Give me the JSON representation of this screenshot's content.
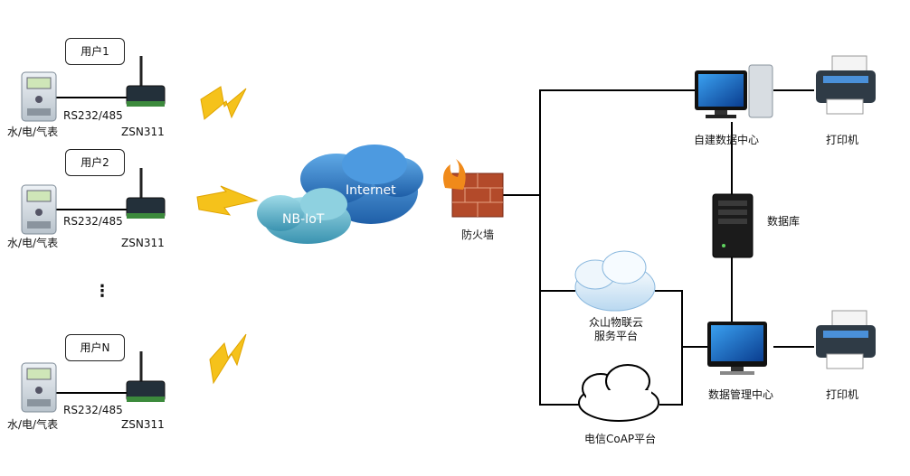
{
  "users": [
    {
      "label": "用户1",
      "meter": "水/电/气表",
      "link": "RS232/485",
      "device": "ZSN311"
    },
    {
      "label": "用户2",
      "meter": "水/电/气表",
      "link": "RS232/485",
      "device": "ZSN311"
    },
    {
      "label": "用户N",
      "meter": "水/电/气表",
      "link": "RS232/485",
      "device": "ZSN311"
    }
  ],
  "ellipsis": "⋮",
  "network": {
    "internet": "Internet",
    "nbiot": "NB-IoT"
  },
  "firewall": "防火墙",
  "self_dc": "自建数据中心",
  "printer_top": "打印机",
  "database": "数据库",
  "zsn_cloud_line1": "众山物联云",
  "zsn_cloud_line2": "服务平台",
  "ctcc": "电信CoAP平台",
  "mgmt": "数据管理中心",
  "printer_bottom": "打印机",
  "colors": {
    "bolt": "#f5c21b",
    "cloud_blue": "#2f7fc7",
    "cloud_teal": "#5fb6c9",
    "brick": "#b34a2a"
  }
}
